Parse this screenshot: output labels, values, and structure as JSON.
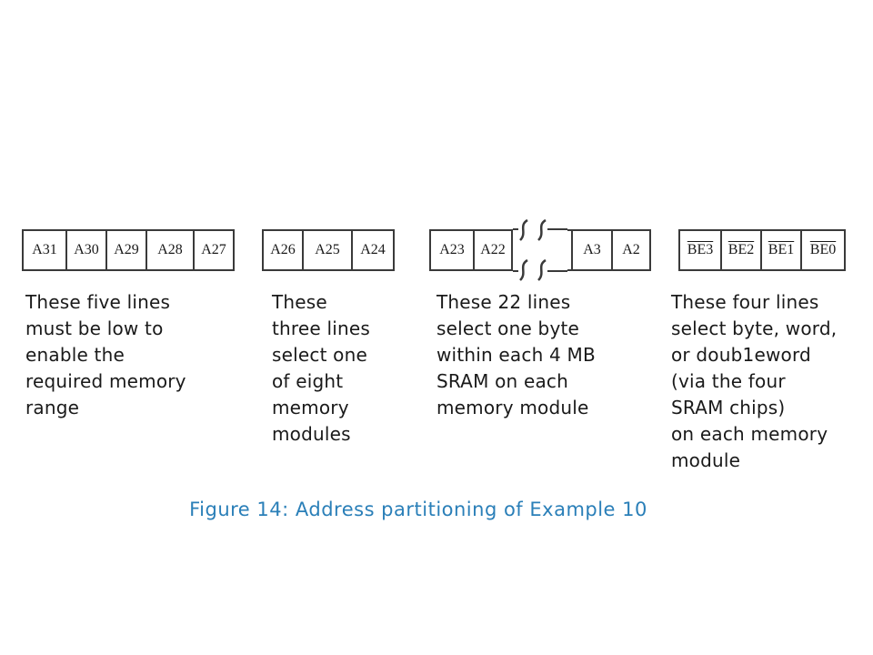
{
  "groups": [
    {
      "cells": [
        "A31",
        "A30",
        "A29",
        "A28",
        "A27"
      ],
      "description": "These five lines\nmust be low to\nenable the\nrequired memory\nrange"
    },
    {
      "cells": [
        "A26",
        "A25",
        "A24"
      ],
      "description": "These\nthree lines\nselect one\nof eight\nmemory\nmodules"
    },
    {
      "cells": [
        "A23",
        "A22",
        "A3",
        "A2"
      ],
      "description": "These 22 lines\nselect one byte\nwithin each 4 MB\nSRAM on each\nmemory module"
    },
    {
      "cells": [
        "BE3",
        "BE2",
        "BE1",
        "BE0"
      ],
      "description": "These four lines\nselect byte, word,\nor doub1eword\n(via the four\nSRAM chips)\non each memory\nmodule"
    }
  ],
  "caption": "Figure 14: Address partitioning of Example 10"
}
